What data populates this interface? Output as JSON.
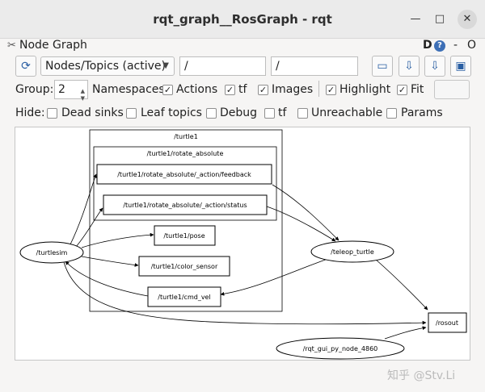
{
  "window": {
    "title": "rqt_graph__RosGraph - rqt",
    "min_label": "—",
    "max_label": "□",
    "close_label": "✕"
  },
  "plugin": {
    "title": "Node Graph",
    "d_label": "D",
    "help_label": "?",
    "dash_label": "-",
    "o_label": "O"
  },
  "toolbar": {
    "refresh_icon": "⟳",
    "mode_value": "Nodes/Topics (active)",
    "filter_node": "/",
    "filter_topic": "/",
    "load_icon": "▭",
    "save_dot_icon": "⇩",
    "save_svg_icon": "⇩",
    "save_image_icon": "▣"
  },
  "options": {
    "group_label": "Group:",
    "group_value": "2",
    "namespaces_label": "Namespaces",
    "actions_label": "Actions",
    "tf_label": "tf",
    "images_label": "Images",
    "highlight_label": "Highlight",
    "fit_label": "Fit",
    "check_mark": "✓"
  },
  "hide": {
    "label": "Hide:",
    "dead_sinks": "Dead sinks",
    "leaf_topics": "Leaf topics",
    "debug": "Debug",
    "tf": "tf",
    "unreachable": "Unreachable",
    "params": "Params"
  },
  "graph": {
    "cluster_outer": "/turtle1",
    "cluster_inner": "/turtle1/rotate_absolute",
    "topic_feedback": "/turtle1/rotate_absolute/_action/feedback",
    "topic_status": "/turtle1/rotate_absolute/_action/status",
    "topic_pose": "/turtle1/pose",
    "topic_color": "/turtle1/color_sensor",
    "topic_cmdvel": "/turtle1/cmd_vel",
    "node_turtlesim": "/turtlesim",
    "node_teleop": "/teleop_turtle",
    "node_rosout": "/rosout",
    "node_gui": "/rqt_gui_py_node_4860"
  },
  "watermark": "知乎 @Stv.Li"
}
